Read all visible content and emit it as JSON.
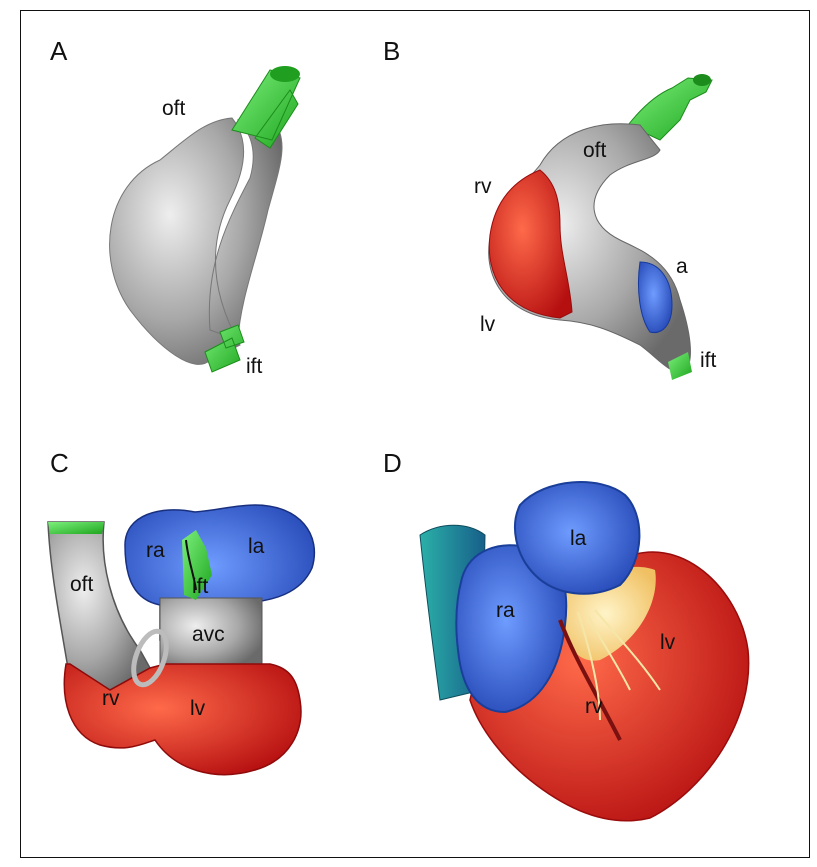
{
  "panels": [
    {
      "id": "A",
      "labels": [
        "oft",
        "ift"
      ]
    },
    {
      "id": "B",
      "labels": [
        "oft",
        "rv",
        "a",
        "lv",
        "ift"
      ]
    },
    {
      "id": "C",
      "labels": [
        "oft",
        "ra",
        "la",
        "ift",
        "avc",
        "rv",
        "lv"
      ]
    },
    {
      "id": "D",
      "labels": [
        "la",
        "ra",
        "lv",
        "rv"
      ]
    }
  ],
  "colors": {
    "gray_tube": "#9a9a9a",
    "outflow_green": "#3cc83c",
    "ventricle_red": "#d22020",
    "atrium_blue": "#2d5fd0",
    "valve_yellow": "#f3d98a"
  }
}
